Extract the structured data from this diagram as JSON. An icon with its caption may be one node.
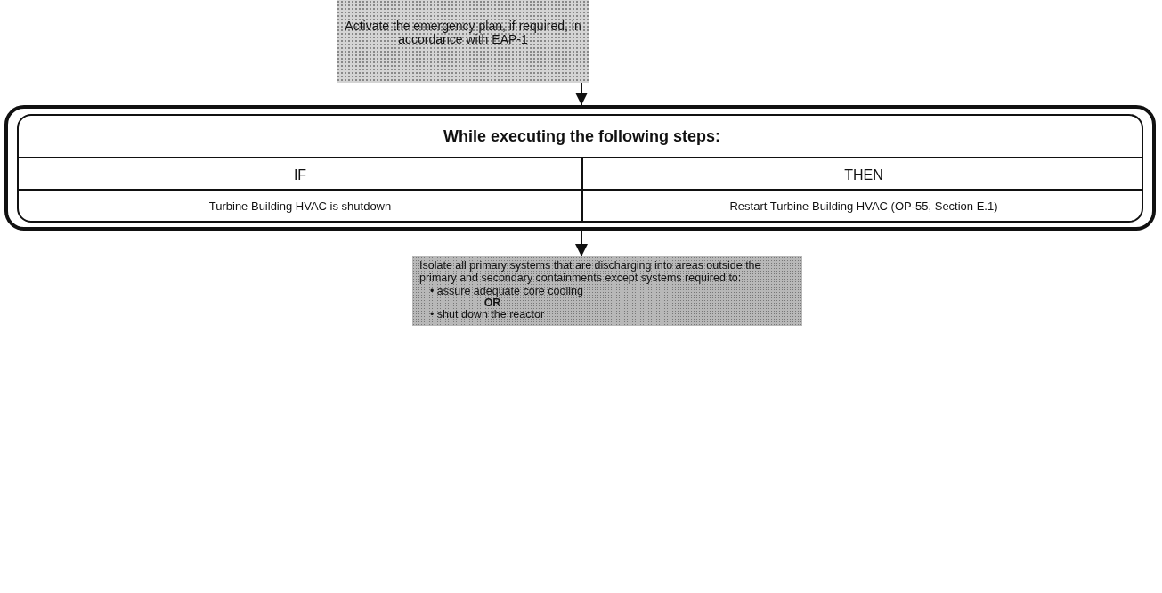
{
  "diagram": {
    "nodes": [
      {
        "text": [
          "Activate the emergency plan, if required, in accordance with EAP-1"
        ]
      },
      {
        "text": [],
        "shape": "box"
      },
      {
        "text": [
          "While executing the following steps:"
        ],
        "in": 1
      },
      {
        "text": [
          "Isolate all primary systems that are discharging into areas outside the primary and secondary containments except systems required to:",
          "• assure adequate core cooling",
          "OR",
          "• shut down the reactor"
        ]
      }
    ],
    "edges": [
      {
        "from": 0,
        "to": 1,
        "arrow": "to"
      },
      {
        "from": 1,
        "to": 3,
        "arrow": "to"
      }
    ],
    "labels": [
      "IF",
      "THEN",
      "Turbine Building HVAC is shutdown",
      "Restart Turbine Building HVAC (OP-55, Section E.1)"
    ]
  }
}
